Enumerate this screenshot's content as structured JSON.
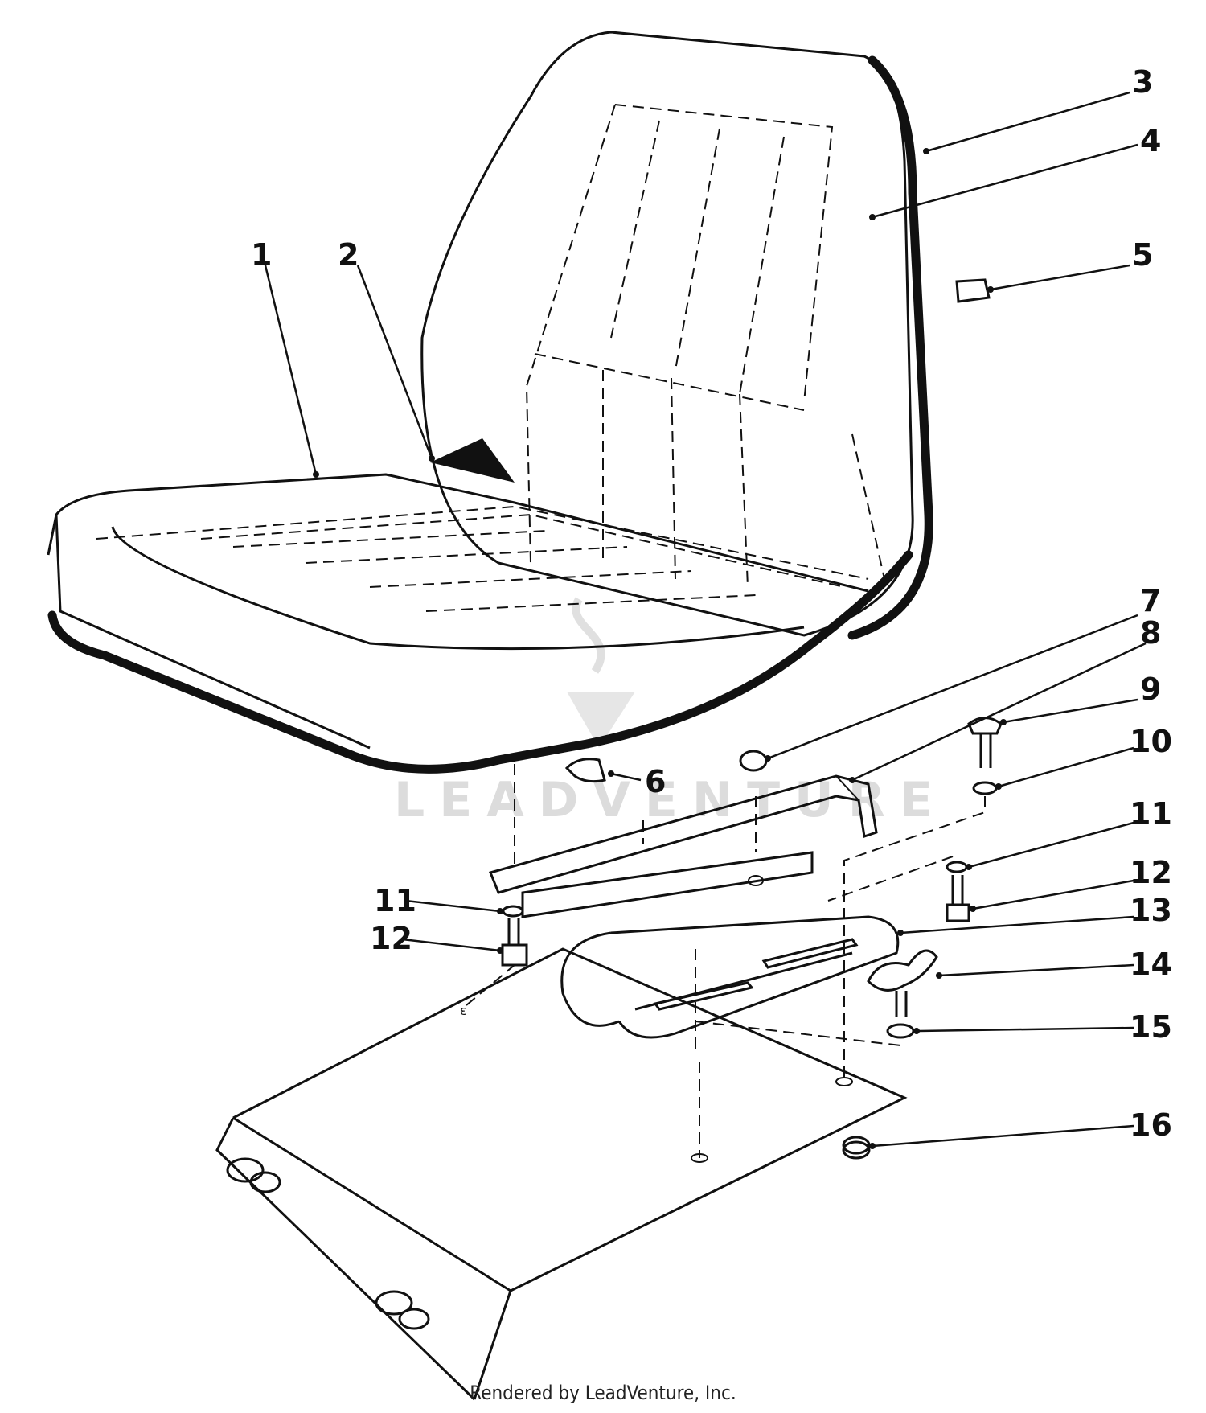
{
  "callouts": [
    "1",
    "2",
    "3",
    "4",
    "5",
    "6",
    "7",
    "8",
    "9",
    "10",
    "11",
    "12",
    "13",
    "14",
    "15",
    "16",
    "11",
    "12"
  ],
  "watermark": "LEADVENTURE",
  "footer": "Rendered by LeadVenture, Inc."
}
